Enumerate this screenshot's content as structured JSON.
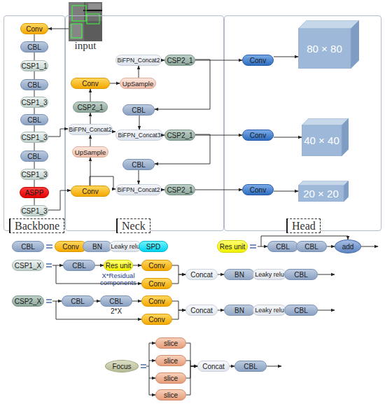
{
  "diagram": {
    "nodes": [
      {
        "text": [
          "Backbone"
        ]
      },
      {
        "text": [
          "Conv"
        ],
        "in": 0
      },
      {
        "text": [
          "CBL"
        ],
        "in": 0
      },
      {
        "text": [
          "CSP1_1"
        ],
        "in": 0
      },
      {
        "text": [
          "CBL"
        ],
        "in": 0
      },
      {
        "text": [
          "CSP1_3"
        ],
        "in": 0
      },
      {
        "text": [
          "CBL"
        ],
        "in": 0
      },
      {
        "text": [
          "CSP1_3"
        ],
        "in": 0
      },
      {
        "text": [
          "CBL"
        ],
        "in": 0
      },
      {
        "text": [
          "CSP1_3"
        ],
        "in": 0
      },
      {
        "text": [
          "ASPP"
        ],
        "in": 0
      },
      {
        "text": [
          "CSP1_3"
        ],
        "in": 0
      },
      {
        "text": [
          "input"
        ]
      },
      {
        "text": [
          "Neck"
        ]
      },
      {
        "text": [
          "BiFPN_Concat2"
        ],
        "in": 13
      },
      {
        "text": [
          "CSP2_1"
        ],
        "in": 13
      },
      {
        "text": [
          "Conv"
        ],
        "in": 13
      },
      {
        "text": [
          "UpSample"
        ],
        "in": 13
      },
      {
        "text": [
          "CSP2_1"
        ],
        "in": 13
      },
      {
        "text": [
          "CBL"
        ],
        "in": 13
      },
      {
        "text": [
          "BiFPN_Concat2"
        ],
        "in": 13
      },
      {
        "text": [
          "BiFPN_Concat3"
        ],
        "in": 13
      },
      {
        "text": [
          "CSP2_1"
        ],
        "in": 13
      },
      {
        "text": [
          "UpSample"
        ],
        "in": 13
      },
      {
        "text": [
          "CBL"
        ],
        "in": 13
      },
      {
        "text": [
          "Conv"
        ],
        "in": 13
      },
      {
        "text": [
          "BiFPN_Concat2"
        ],
        "in": 13
      },
      {
        "text": [
          "CSP2_1"
        ],
        "in": 13
      },
      {
        "text": [
          "Head"
        ]
      },
      {
        "text": [
          "Conv"
        ],
        "in": 28
      },
      {
        "text": [
          "80 × 80"
        ],
        "in": 28
      },
      {
        "text": [
          "Conv"
        ],
        "in": 28
      },
      {
        "text": [
          "40 × 40"
        ],
        "in": 28
      },
      {
        "text": [
          "Conv"
        ],
        "in": 28
      },
      {
        "text": [
          "20 × 20"
        ],
        "in": 28
      },
      {
        "text": [
          "CBL"
        ]
      },
      {
        "text": [
          "Conv"
        ]
      },
      {
        "text": [
          "BN"
        ]
      },
      {
        "text": [
          "Leaky relu"
        ]
      },
      {
        "text": [
          "SPD"
        ]
      },
      {
        "text": [
          "Res unit"
        ]
      },
      {
        "text": [
          "CBL"
        ]
      },
      {
        "text": [
          "CBL"
        ]
      },
      {
        "text": [
          "add"
        ]
      },
      {
        "text": [
          "CSP1_X"
        ]
      },
      {
        "text": [
          "CBL"
        ]
      },
      {
        "text": [
          "Res unit",
          "X*Residual components"
        ]
      },
      {
        "text": [
          "Conv"
        ]
      },
      {
        "text": [
          "Conv"
        ]
      },
      {
        "text": [
          "Concat"
        ]
      },
      {
        "text": [
          "BN"
        ]
      },
      {
        "text": [
          "Leaky relu"
        ]
      },
      {
        "text": [
          "CBL"
        ]
      },
      {
        "text": [
          "CSP2_X"
        ]
      },
      {
        "text": [
          "CBL"
        ]
      },
      {
        "text": [
          "CBL",
          "2*X"
        ]
      },
      {
        "text": [
          "Conv"
        ]
      },
      {
        "text": [
          "Conv"
        ]
      },
      {
        "text": [
          "Concat"
        ]
      },
      {
        "text": [
          "BN"
        ]
      },
      {
        "text": [
          "Leaky relu"
        ]
      },
      {
        "text": [
          "CBL"
        ]
      },
      {
        "text": [
          "Focus"
        ]
      },
      {
        "text": [
          "slice"
        ]
      },
      {
        "text": [
          "slice"
        ]
      },
      {
        "text": [
          "slice"
        ]
      },
      {
        "text": [
          "slice"
        ]
      },
      {
        "text": [
          "Concat"
        ]
      },
      {
        "text": [
          "CBL"
        ]
      }
    ],
    "edges": [
      {
        "from": 1,
        "to": 2,
        "arrow": "none"
      },
      {
        "from": 2,
        "to": 3,
        "arrow": "none"
      },
      {
        "from": 3,
        "to": 4,
        "arrow": "none"
      },
      {
        "from": 4,
        "to": 5,
        "arrow": "none"
      },
      {
        "from": 5,
        "to": 6,
        "arrow": "none"
      },
      {
        "from": 6,
        "to": 7,
        "arrow": "none"
      },
      {
        "from": 7,
        "to": 8,
        "arrow": "none"
      },
      {
        "from": 8,
        "to": 9,
        "arrow": "none"
      },
      {
        "from": 9,
        "to": 10,
        "arrow": "none"
      },
      {
        "from": 10,
        "to": 11,
        "arrow": "none"
      },
      {
        "from": 12,
        "to": 1,
        "arrow": "to"
      },
      {
        "from": 7,
        "to": 20,
        "arrow": "to"
      },
      {
        "from": 11,
        "to": 25,
        "arrow": "to"
      },
      {
        "from": 25,
        "to": 23,
        "arrow": "to"
      },
      {
        "from": 25,
        "to": 26,
        "arrow": "to"
      },
      {
        "from": 23,
        "to": 20,
        "arrow": "to"
      },
      {
        "from": 20,
        "to": 18,
        "arrow": "to"
      },
      {
        "from": 18,
        "to": 16,
        "arrow": "to"
      },
      {
        "from": 16,
        "to": 17,
        "arrow": "to"
      },
      {
        "from": 17,
        "to": 14,
        "arrow": "to"
      },
      {
        "from": 14,
        "to": 15,
        "arrow": "to"
      },
      {
        "from": 15,
        "to": 29,
        "arrow": "to"
      },
      {
        "from": 29,
        "to": 30,
        "arrow": "to"
      },
      {
        "from": 15,
        "to": 19,
        "arrow": "to"
      },
      {
        "from": 19,
        "to": 21,
        "arrow": "to"
      },
      {
        "from": 20,
        "to": 21,
        "arrow": "to"
      },
      {
        "from": 21,
        "to": 22,
        "arrow": "to"
      },
      {
        "from": 22,
        "to": 31,
        "arrow": "to"
      },
      {
        "from": 31,
        "to": 32,
        "arrow": "to"
      },
      {
        "from": 22,
        "to": 24,
        "arrow": "to"
      },
      {
        "from": 24,
        "to": 26,
        "arrow": "to"
      },
      {
        "from": 26,
        "to": 27,
        "arrow": "to"
      },
      {
        "from": 27,
        "to": 33,
        "arrow": "to"
      },
      {
        "from": 33,
        "to": 34,
        "arrow": "to"
      },
      {
        "from": 42,
        "to": 43,
        "arrow": "to"
      },
      {
        "from": 45,
        "to": 46,
        "arrow": "to"
      },
      {
        "from": 46,
        "to": 47,
        "arrow": "to"
      },
      {
        "from": 47,
        "to": 49,
        "arrow": "to"
      },
      {
        "from": 48,
        "to": 49,
        "arrow": "to"
      },
      {
        "from": 49,
        "to": 50,
        "arrow": "to"
      },
      {
        "from": 54,
        "to": 55,
        "arrow": "to"
      },
      {
        "from": 55,
        "to": 56,
        "arrow": "to"
      },
      {
        "from": 56,
        "to": 58,
        "arrow": "to"
      },
      {
        "from": 57,
        "to": 58,
        "arrow": "to"
      },
      {
        "from": 58,
        "to": 59,
        "arrow": "to"
      },
      {
        "from": 63,
        "to": 67,
        "arrow": "to"
      },
      {
        "from": 64,
        "to": 67,
        "arrow": "to"
      },
      {
        "from": 65,
        "to": 67,
        "arrow": "to"
      },
      {
        "from": 66,
        "to": 67,
        "arrow": "to"
      },
      {
        "from": 67,
        "to": 68,
        "arrow": "to"
      }
    ]
  }
}
